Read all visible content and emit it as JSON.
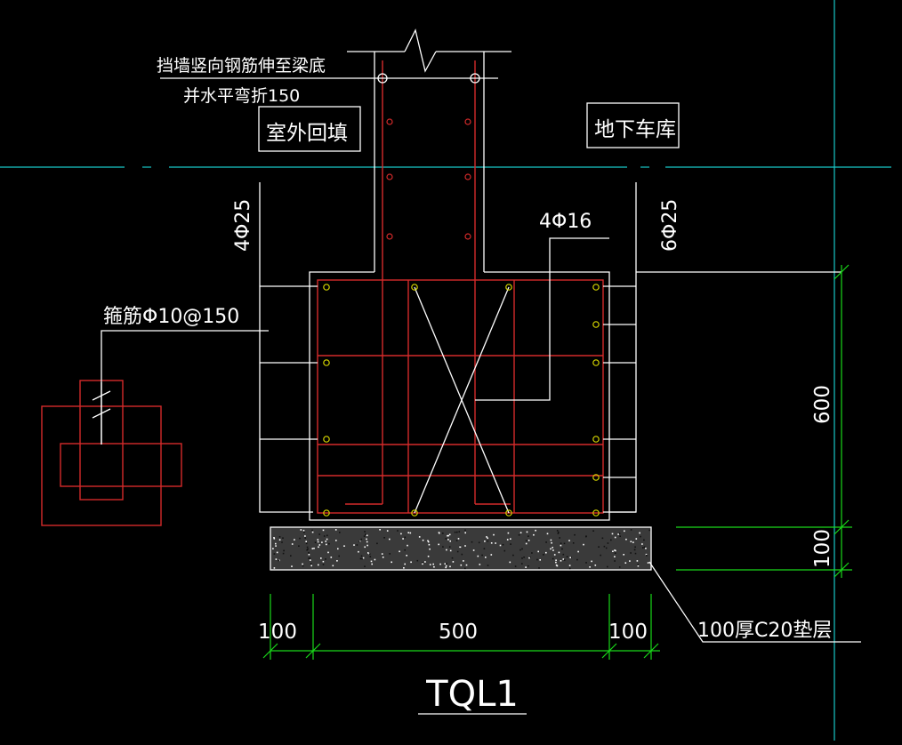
{
  "drawing": {
    "note_line1": "挡墙竖向钢筋伸至梁底",
    "note_line2": "并水平弯折150",
    "label_outside": "室外回填",
    "label_inside": "地下车库",
    "rebar_left": "4Φ25",
    "rebar_right": "6Φ25",
    "rebar_middle": "4Φ16",
    "stirrup": "箍筋Φ10@150",
    "dim_height": "600",
    "dim_pad": "100",
    "dim_left": "100",
    "dim_center": "500",
    "dim_right": "100",
    "pad_label": "100厚C20垫层",
    "title": "TQL1"
  },
  "colors": {
    "background": "#000000",
    "outline": "#ffffff",
    "rebar": "#d42a2a",
    "dimension": "#19d819",
    "axis": "#18c9c9",
    "bar_dot": "#d4d400"
  }
}
